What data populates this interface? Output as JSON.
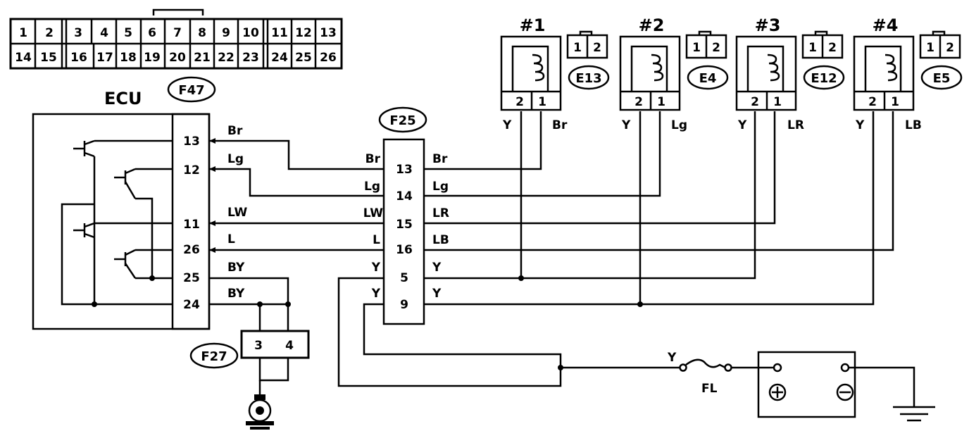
{
  "ecu": {
    "title": "ECU",
    "connector": "F47",
    "connector_pins_row1": [
      "1",
      "2",
      "3",
      "4",
      "5",
      "6",
      "7",
      "8",
      "9",
      "10",
      "11",
      "12",
      "13"
    ],
    "connector_pins_row2": [
      "14",
      "15",
      "16",
      "17",
      "18",
      "19",
      "20",
      "21",
      "22",
      "23",
      "24",
      "25",
      "26"
    ],
    "pins": [
      "13",
      "12",
      "11",
      "26",
      "25",
      "24"
    ],
    "wire_labels": [
      "Br",
      "Lg",
      "LW",
      "L",
      "BY",
      "BY"
    ]
  },
  "f25": {
    "name": "F25",
    "pins": [
      "13",
      "14",
      "15",
      "16",
      "5",
      "9"
    ],
    "left_labels": [
      "Br",
      "Lg",
      "LW",
      "L",
      "Y",
      "Y"
    ],
    "right_labels": [
      "Br",
      "Lg",
      "LR",
      "LB",
      "Y",
      "Y"
    ]
  },
  "f27": {
    "name": "F27",
    "pins": [
      "3",
      "4"
    ]
  },
  "coils": [
    {
      "num": "#1",
      "connector": "E13",
      "left": "Y",
      "right": "Br",
      "pin_a": "2",
      "pin_b": "1",
      "plug_a": "1",
      "plug_b": "2"
    },
    {
      "num": "#2",
      "connector": "E4",
      "left": "Y",
      "right": "Lg",
      "pin_a": "2",
      "pin_b": "1",
      "plug_a": "1",
      "plug_b": "2"
    },
    {
      "num": "#3",
      "connector": "E12",
      "left": "Y",
      "right": "LR",
      "pin_a": "2",
      "pin_b": "1",
      "plug_a": "1",
      "plug_b": "2"
    },
    {
      "num": "#4",
      "connector": "E5",
      "left": "Y",
      "right": "LB",
      "pin_a": "2",
      "pin_b": "1",
      "plug_a": "1",
      "plug_b": "2"
    }
  ],
  "power": {
    "wire": "Y",
    "fuse": "FL"
  }
}
